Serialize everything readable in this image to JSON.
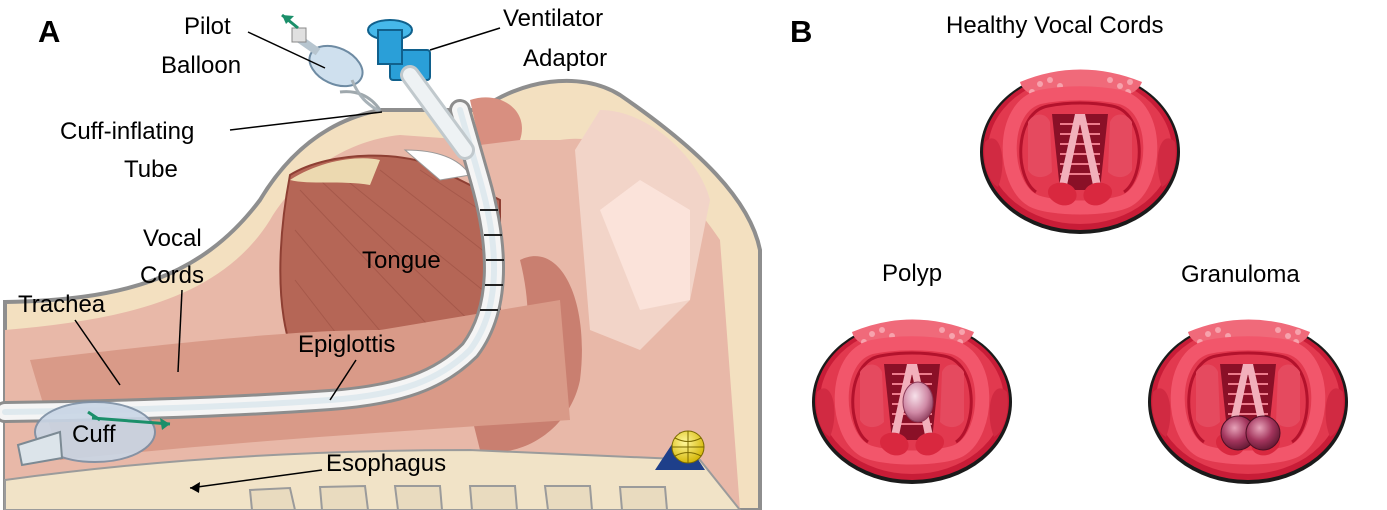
{
  "panel_a": {
    "letter": "A",
    "labels": {
      "pilot_balloon_1": "Pilot",
      "pilot_balloon_2": "Balloon",
      "ventilator_1": "Ventilator",
      "ventilator_2": "Adaptor",
      "cuff_tube_1": "Cuff-inflating",
      "cuff_tube_2": "Tube",
      "vocal_cords_1": "Vocal",
      "vocal_cords_2": "Cords",
      "trachea": "Trachea",
      "tongue": "Tongue",
      "epiglottis": "Epiglottis",
      "cuff": "Cuff",
      "esophagus": "Esophagus"
    }
  },
  "panel_b": {
    "letter": "B",
    "healthy_title": "Healthy Vocal Cords",
    "polyp_title": "Polyp",
    "granuloma_title": "Granuloma"
  }
}
